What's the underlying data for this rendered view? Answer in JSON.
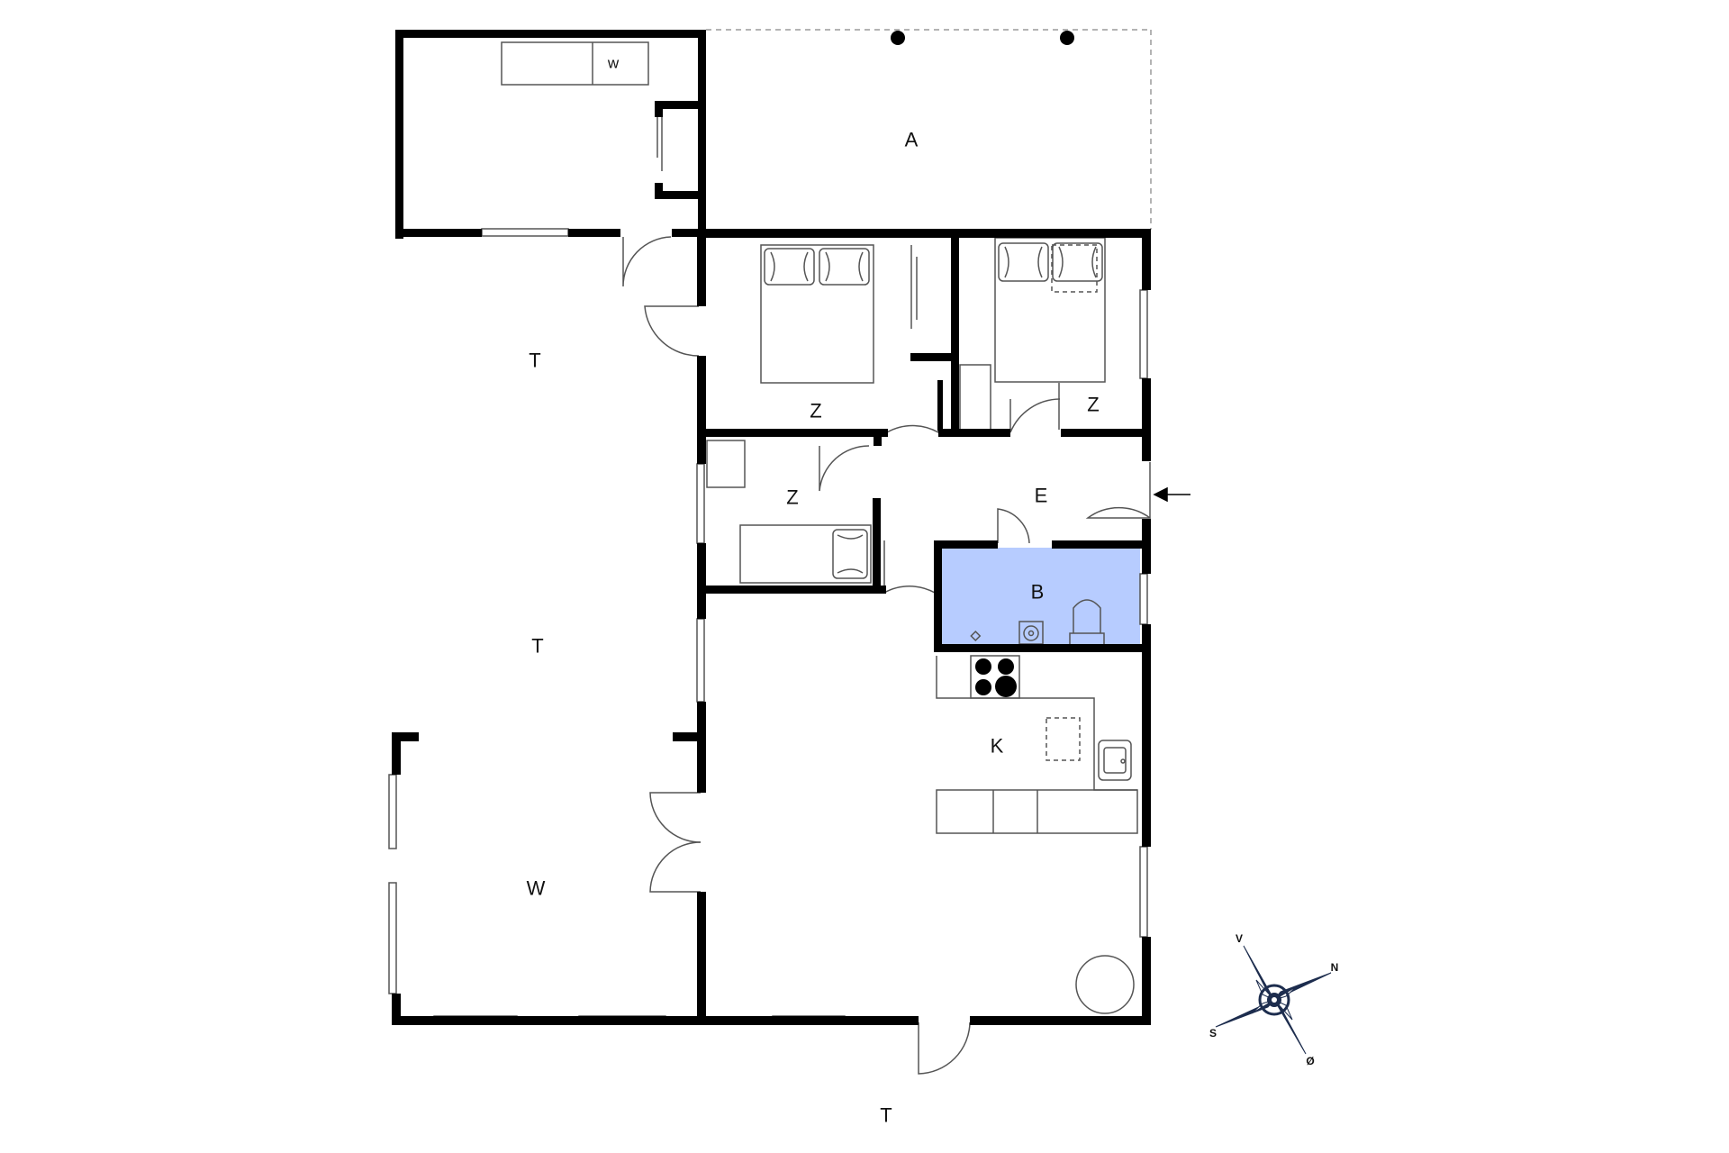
{
  "plan": {
    "colors": {
      "wall": "#000000",
      "fixture_line": "#9a9a9a",
      "bathroom_fill": "#b7ccff",
      "compass": "#1d2d4e"
    },
    "rooms": [
      {
        "id": "annex",
        "label": ""
      },
      {
        "id": "terrace-a",
        "label": "A"
      },
      {
        "id": "bedroom-1",
        "label": "Z"
      },
      {
        "id": "bedroom-2",
        "label": "Z"
      },
      {
        "id": "bedroom-3",
        "label": "Z"
      },
      {
        "id": "entrance",
        "label": "E"
      },
      {
        "id": "bathroom",
        "label": "B"
      },
      {
        "id": "kitchen",
        "label": "K"
      },
      {
        "id": "terrace-west-upper",
        "label": "T"
      },
      {
        "id": "terrace-west-middle",
        "label": "T"
      },
      {
        "id": "terrace-south",
        "label": "T"
      },
      {
        "id": "conservatory",
        "label": "W"
      }
    ],
    "fixtures": {
      "washer_label": "w"
    },
    "compass": {
      "north": "N",
      "south": "S",
      "east": "Ø",
      "west": "V"
    },
    "icons": {
      "entrance_marker": "entrance-arrow-icon",
      "compass": "compass-rose-icon"
    }
  }
}
